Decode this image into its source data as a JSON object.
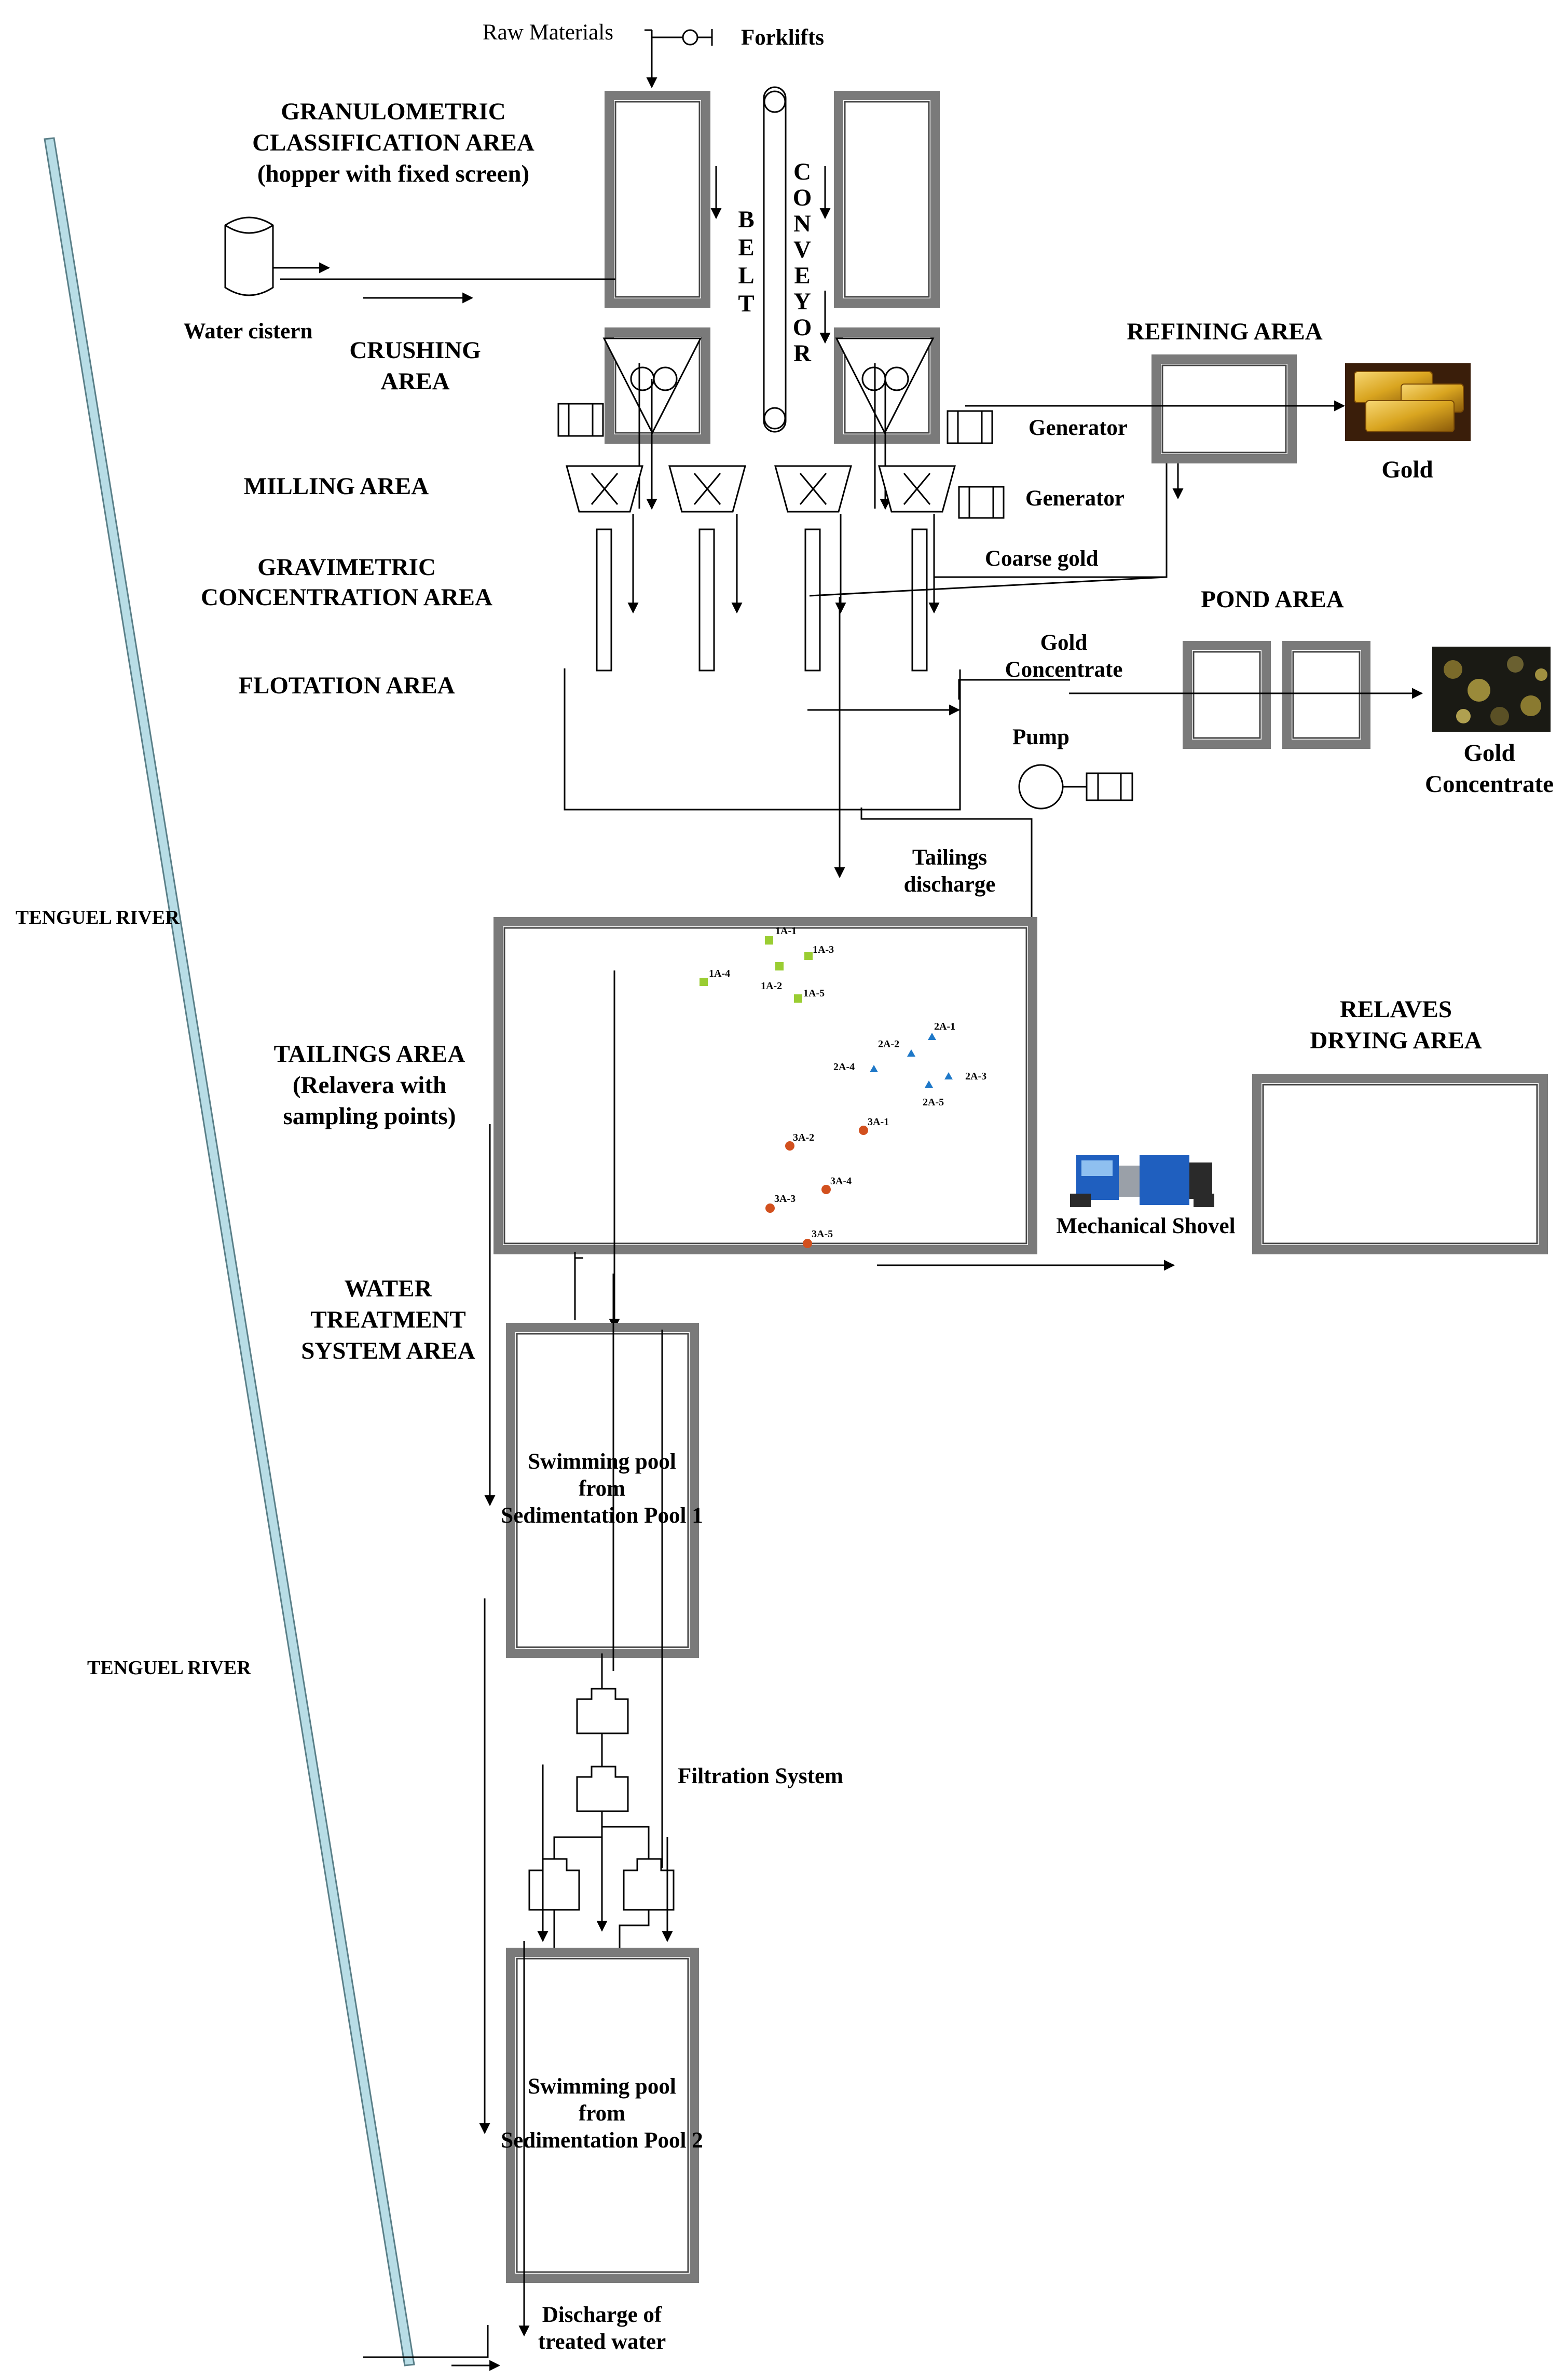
{
  "labels": {
    "raw_materials": "Raw Materials",
    "forklifts": "Forklifts",
    "granulometric_1": "GRANULOMETRIC",
    "granulometric_2": "CLASSIFICATION AREA",
    "granulometric_3": "(hopper with fixed screen)",
    "water_cistern": "Water cistern",
    "crushing_1": "CRUSHING",
    "crushing_2": "AREA",
    "milling": "MILLING AREA",
    "gravimetric_1": "GRAVIMETRIC",
    "gravimetric_2": "CONCENTRATION AREA",
    "flotation": "FLOTATION AREA",
    "belt": [
      "B",
      "E",
      "L",
      "T"
    ],
    "conveyor": [
      "C",
      "O",
      "N",
      "V",
      "E",
      "Y",
      "O",
      "R"
    ],
    "refining": "REFINING AREA",
    "generator_1": "Generator",
    "generator_2": "Generator",
    "gold": "Gold",
    "coarse_gold": "Coarse gold",
    "pond": "POND AREA",
    "gold_concentrate_flow_1": "Gold",
    "gold_concentrate_flow_2": "Concentrate",
    "gold_concentrate_1": "Gold",
    "gold_concentrate_2": "Concentrate",
    "pump": "Pump",
    "tailings_discharge_1": "Tailings",
    "tailings_discharge_2": "discharge",
    "tenguel_river_1": "TENGUEL RIVER",
    "tenguel_river_2": "TENGUEL RIVER",
    "tailings_area_1": "TAILINGS AREA",
    "tailings_area_2": "(Relavera with",
    "tailings_area_3": "sampling points)",
    "relaves_1": "RELAVES",
    "relaves_2": "DRYING AREA",
    "mechanical_shovel": "Mechanical Shovel",
    "water_treatment_1": "WATER",
    "water_treatment_2": "TREATMENT",
    "water_treatment_3": "SYSTEM AREA",
    "pool1_1": "Swimming pool",
    "pool1_2": "from",
    "pool1_3": "Sedimentation Pool 1",
    "filtration": "Filtration System",
    "pool2_1": "Swimming pool",
    "pool2_2": "from",
    "pool2_3": "Sedimentation Pool 2",
    "discharge_1": "Discharge of",
    "discharge_2": "treated water"
  },
  "sampling_points": {
    "group1": [
      "1A-1",
      "1A-2",
      "1A-3",
      "1A-4",
      "1A-5"
    ],
    "group2": [
      "2A-1",
      "2A-2",
      "2A-3",
      "2A-4",
      "2A-5"
    ],
    "group3": [
      "3A-1",
      "3A-2",
      "3A-3",
      "3A-4",
      "3A-5"
    ]
  },
  "colors": {
    "box_border": "#7a7a7a",
    "group1_marker": "#9acd32",
    "group2_marker": "#1e78c8",
    "group3_marker": "#d2501e",
    "river": "#b8dde6",
    "shovel_blue": "#1f5fbf",
    "gold_bar": "#d9a520"
  }
}
